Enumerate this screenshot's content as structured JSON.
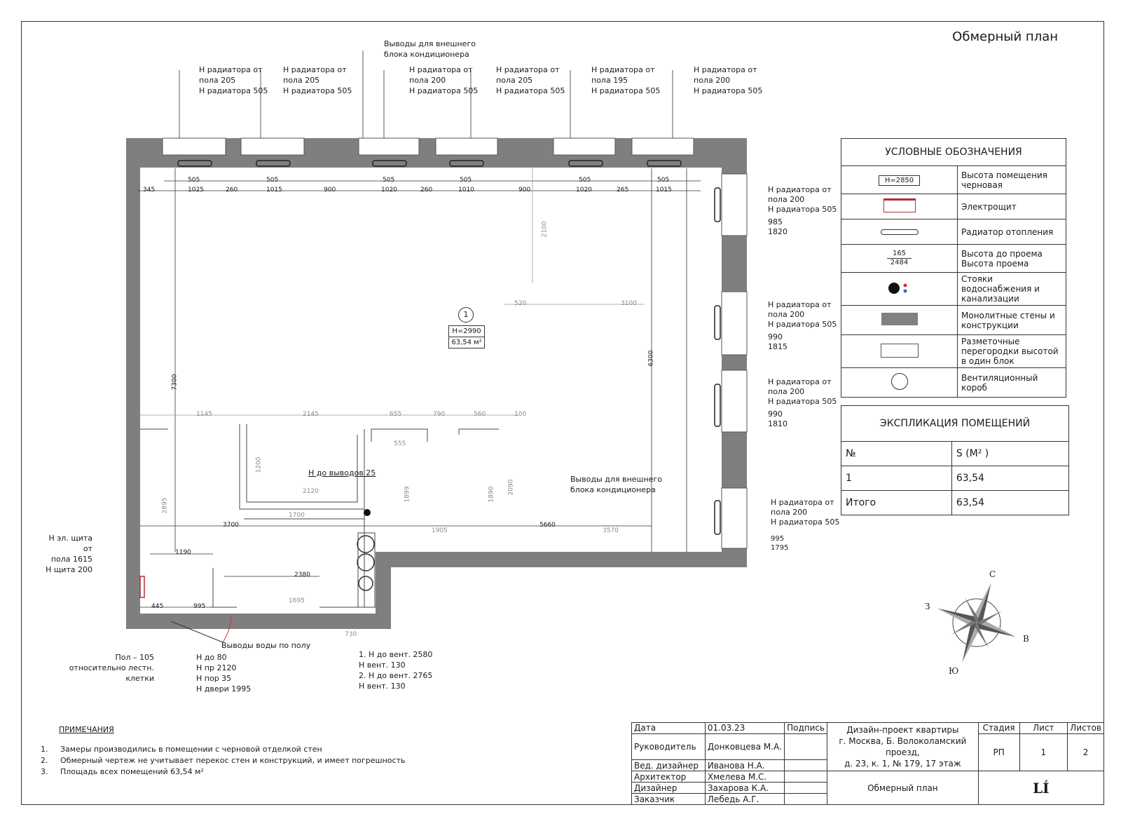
{
  "sheet_title": "Обмерный план",
  "room": {
    "number": "1",
    "height": "H=2990",
    "area": "63,54 м²"
  },
  "top_radiators": [
    {
      "l1": "Н радиатора от",
      "l2": "пола 205",
      "l3": "Н радиатора 505"
    },
    {
      "l1": "Н радиатора от",
      "l2": "пола 205",
      "l3": "Н радиатора 505"
    },
    {
      "l1": "Н радиатора от",
      "l2": "пола 200",
      "l3": "Н радиатора 505"
    },
    {
      "l1": "Н радиатора от",
      "l2": "пола 205",
      "l3": "Н радиатора 505"
    },
    {
      "l1": "Н радиатора от",
      "l2": "пола 195",
      "l3": "Н радиатора 505"
    },
    {
      "l1": "Н радиатора от",
      "l2": "пола 200",
      "l3": "Н радиатора 505"
    }
  ],
  "ac_top": {
    "l1": "Выводы для внешнего",
    "l2": "блока кондиционера"
  },
  "ac_right": {
    "l1": "Выводы для внешнего",
    "l2": "блока кондиционера"
  },
  "right_radiators": [
    {
      "l1": "Н радиатора от",
      "l2": "пола 200",
      "l3": "Н радиатора 505",
      "a": "985",
      "b": "1820"
    },
    {
      "l1": "Н радиатора от",
      "l2": "пола 200",
      "l3": "Н радиатора 505",
      "a": "990",
      "b": "1815"
    },
    {
      "l1": "Н радиатора от",
      "l2": "пола 200",
      "l3": "Н радиатора 505",
      "a": "990",
      "b": "1810"
    },
    {
      "l1": "Н радиатора от",
      "l2": "пола 200",
      "l3": "Н радиатора 505",
      "a": "995",
      "b": "1795"
    }
  ],
  "dims_top": [
    "345",
    "1025",
    "260",
    "1015",
    "900",
    "1020",
    "260",
    "1010",
    "900",
    "1020",
    "265",
    "1015"
  ],
  "dims_rad": [
    "505",
    "505",
    "505",
    "505",
    "505",
    "505"
  ],
  "dims_vert": [
    "7300",
    "6300",
    "2100",
    "3100",
    "520",
    "3700",
    "5660",
    "1905",
    "3570",
    "2380",
    "1695",
    "1190",
    "995",
    "445",
    "2895",
    "1145",
    "2145",
    "655",
    "790",
    "560",
    "100",
    "1200",
    "2120",
    "1700",
    "555",
    "1899",
    "1890",
    "2090",
    "730"
  ],
  "annot": {
    "vyvody": "Н до выводов 25",
    "shchit1": "Н эл. щита от",
    "shchit2": "пола 1615",
    "shchit3": "Н щита 200",
    "pol1": "Пол – 105",
    "pol2": "относительно лестн. клетки",
    "door1": "Н до 80",
    "door2": "Н пр 2120",
    "door3": "Н пор 35",
    "door4": "Н двери 1995",
    "water": "Выводы воды по полу",
    "vent1": "1. Н до вент. 2580",
    "vent2": "Н вент. 130",
    "vent3": "2. Н до вент. 2765",
    "vent4": "Н вент. 130"
  },
  "compass": {
    "n": "С",
    "e": "В",
    "s": "Ю",
    "w": "З"
  },
  "legend": {
    "title": "УСЛОВНЫЕ ОБОЗНАЧЕНИЯ",
    "rows": [
      {
        "sym": "H=2850",
        "text": "Высота помещения черновая"
      },
      {
        "sym": "",
        "text": "Электрощит"
      },
      {
        "sym": "",
        "text": "Радиатор отопления"
      },
      {
        "sym_top": "165",
        "sym_bot": "2484",
        "text": "Высота до проема Высота проема"
      },
      {
        "sym": "",
        "text": "Стояки водоснабжения и канализации"
      },
      {
        "sym": "",
        "text": "Монолитные стены и конструкции"
      },
      {
        "sym": "",
        "text": "Разметочные перегородки высотой в один блок"
      },
      {
        "sym": "",
        "text": "Вентиляционный короб"
      }
    ]
  },
  "explication": {
    "title": "ЭКСПЛИКАЦИЯ ПОМЕЩЕНИЙ",
    "col1": "№",
    "col2": "S (М² )",
    "rows": [
      {
        "a": "1",
        "b": "63,54"
      },
      {
        "a": "Итого",
        "b": "63,54"
      }
    ]
  },
  "notes": {
    "title": "ПРИМЕЧАНИЯ",
    "items": [
      "Замеры производились в помещении с черновой отделкой стен",
      "Обмерный чертеж не учитывает перекос стен и конструкций, и имеет погрешность",
      "Площадь всех помещений 63,54 м²"
    ]
  },
  "stamp": {
    "date_label": "Дата",
    "date": "01.03.23",
    "sign": "Подпись",
    "project1": "Дизайн-проект квартиры",
    "project2": "г. Москва, Б. Волоколамский проезд,",
    "project3": "д. 23, к. 1, № 179, 17 этаж",
    "stage_label": "Стадия",
    "sheet_label": "Лист",
    "sheets_label": "Листов",
    "stage": "РП",
    "sheet": "1",
    "sheets": "2",
    "r1": "Руководитель",
    "n1": "Донковцева М.А.",
    "r2": "Вед. дизайнер",
    "n2": "Иванова Н.А.",
    "r3": "Архитектор",
    "n3": "Хмелева М.С.",
    "r4": "Дизайнер",
    "n4": "Захарова К.А.",
    "r5": "Заказчик",
    "n5": "Лебедь А.Г.",
    "drawing": "Обмерный план",
    "logo": "LÍ"
  }
}
